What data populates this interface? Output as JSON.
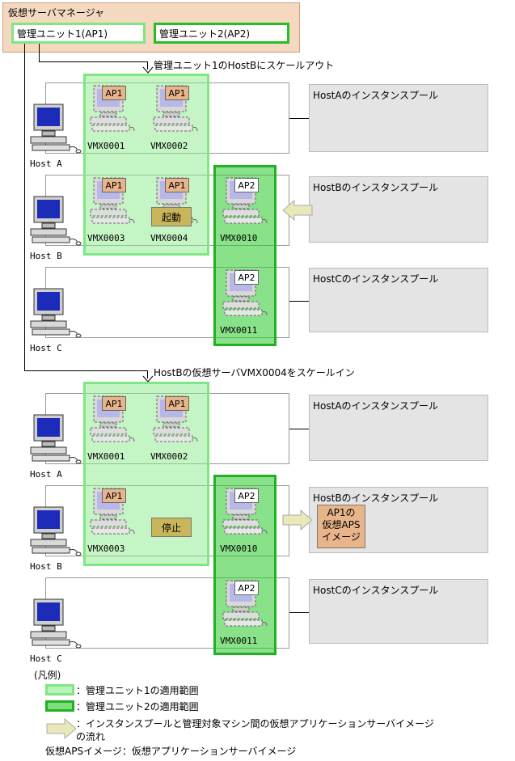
{
  "manager": {
    "title": "仮想サーバマネージャ",
    "unit1": "管理ユニット1(AP1)",
    "unit2": "管理ユニット2(AP2)"
  },
  "captions": {
    "scale_out": "管理ユニット1のHostBにスケールアウト",
    "scale_in": "HostBの仮想サーバVMX0004をスケールイン"
  },
  "hosts": {
    "a": "Host A",
    "b": "Host B",
    "c": "Host C"
  },
  "pools": {
    "a": "HostAのインスタンスプール",
    "b": "HostBのインスタンスプール",
    "c": "HostCのインスタンスプール"
  },
  "vms": {
    "vmx0001": "VMX0001",
    "vmx0002": "VMX0002",
    "vmx0003": "VMX0003",
    "vmx0004": "VMX0004",
    "vmx0010": "VMX0010",
    "vmx0011": "VMX0011"
  },
  "ap": {
    "ap1": "AP1",
    "ap2": "AP2"
  },
  "actions": {
    "start": "起動",
    "stop": "停止"
  },
  "image_box": {
    "line1": "AP1の",
    "line2": "仮想APS",
    "line3": "イメージ"
  },
  "legend": {
    "title": "(凡例)",
    "scope1": "：管理ユニット1の適用範囲",
    "scope2": "：管理ユニット2の適用範囲",
    "arrow_line1": "：インスタンスプールと管理対象マシン間の仮想アプリケーションサーバイメージ",
    "arrow_line2": "の流れ",
    "note": "仮想APSイメージ：仮想アプリケーションサーバイメージ"
  },
  "colors": {
    "scope1": "#7fe77f",
    "scope2": "#22b022",
    "manager_bg": "#f4d9c0",
    "ap1": "#e8b48a",
    "arrow": "#e8e8b8",
    "pool_bg": "#e4e4e4"
  }
}
